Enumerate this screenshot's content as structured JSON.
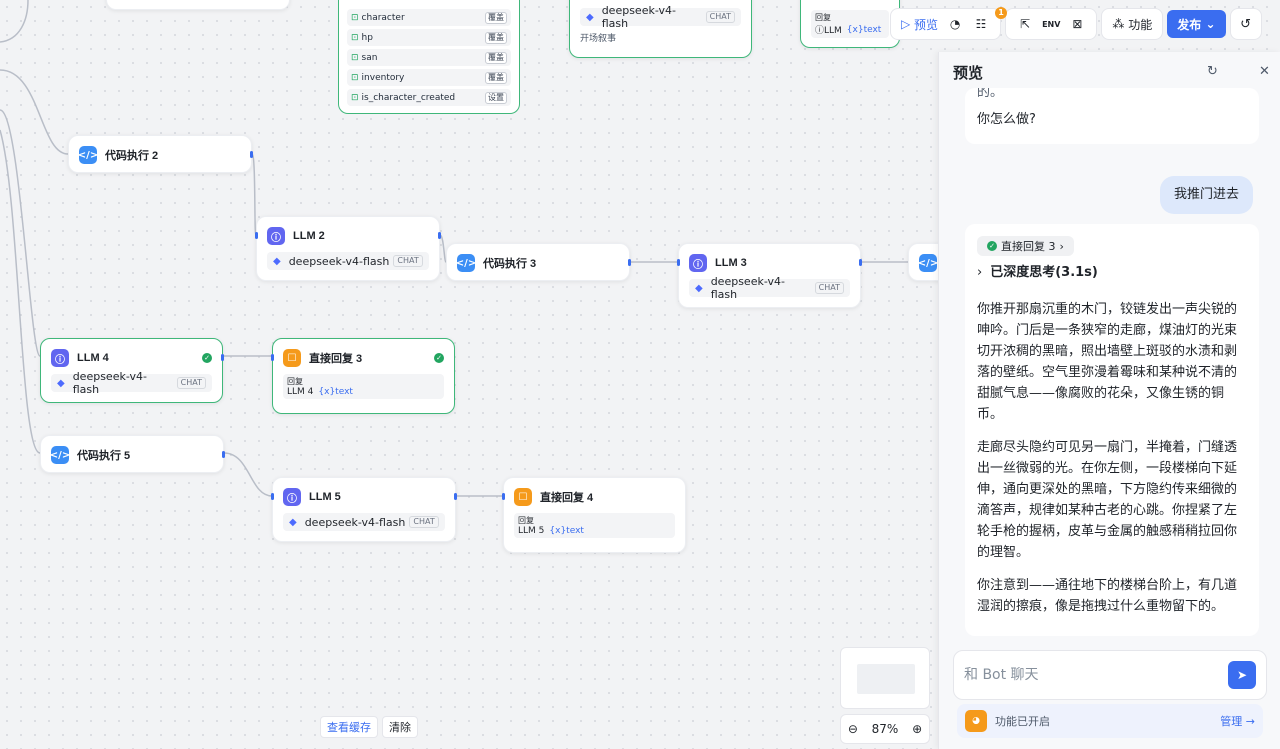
{
  "toolbar": {
    "preview": "预览",
    "badge": "1",
    "env": "ENV",
    "feature": "功能",
    "publish": "发布"
  },
  "nodes": {
    "code2": "代码执行 2",
    "code3": "代码执行 3",
    "code5": "代码执行 5",
    "llm2": "LLM 2",
    "llm3": "LLM 3",
    "llm4": "LLM 4",
    "llm5": "LLM 5",
    "reply3": "直接回复 3",
    "reply4": "直接回复 4",
    "code_partial": "代码",
    "model": "deepseek-v4-flash",
    "chat_tag": "CHAT",
    "reply_label": "回复",
    "text_var": "text",
    "opening": "开场叙事",
    "top_reply_label": "回复"
  },
  "vars": [
    {
      "name": "character",
      "tag": "覆盖"
    },
    {
      "name": "hp",
      "tag": "覆盖"
    },
    {
      "name": "san",
      "tag": "覆盖"
    },
    {
      "name": "inventory",
      "tag": "覆盖"
    },
    {
      "name": "is_character_created",
      "tag": "设置"
    }
  ],
  "panel": {
    "title": "预览",
    "ai_msg_1_a": "的。",
    "ai_msg_1_b": "你怎么做?",
    "user_msg": "我推门进去",
    "reply_pill": "直接回复 3",
    "think": "已深度思考(3.1s)",
    "para1": "你推开那扇沉重的木门，铰链发出一声尖锐的呻吟。门后是一条狭窄的走廊，煤油灯的光束切开浓稠的黑暗，照出墙壁上斑驳的水渍和剥落的壁纸。空气里弥漫着霉味和某种说不清的甜腻气息——像腐败的花朵，又像生锈的铜币。",
    "para2": "走廊尽头隐约可见另一扇门，半掩着，门缝透出一丝微弱的光。在你左侧，一段楼梯向下延伸，通向更深处的黑暗，下方隐约传来细微的滴答声，规律如某种古老的心跳。你捏紧了左轮手枪的握柄，皮革与金属的触感稍稍拉回你的理智。",
    "para3": "你注意到——通往地下的楼梯台阶上，有几道湿润的擦痕，像是拖拽过什么重物留下的。",
    "input_placeholder": "和 Bot 聊天",
    "feature_text": "功能已开启",
    "manage": "管理 →"
  },
  "canvas": {
    "zoom": "87%",
    "view_cache": "查看缓存",
    "clear": "清除"
  }
}
